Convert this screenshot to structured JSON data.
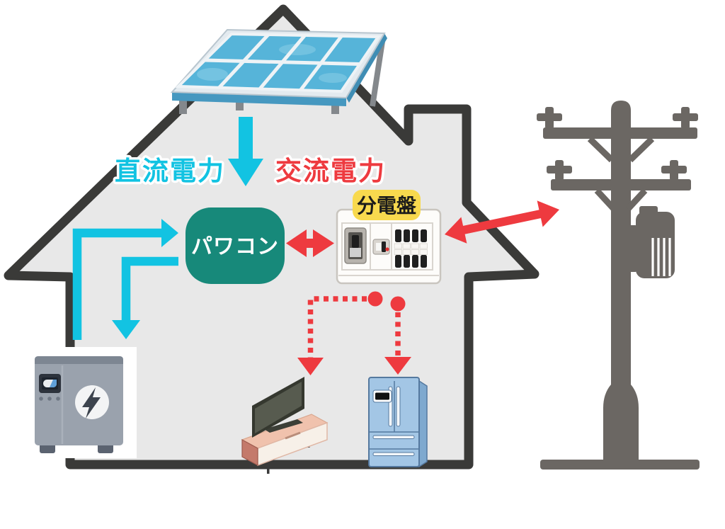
{
  "diagram": {
    "labels": {
      "dc_power": "直流電力",
      "ac_power": "交流電力",
      "power_conditioner": "パワコン",
      "distribution_board": "分電盤"
    },
    "colors": {
      "dc_arrow": "#12c3e2",
      "ac_arrow": "#ee3a3f",
      "power_conditioner_bg": "#17897a",
      "power_conditioner_text": "#ffffff",
      "distribution_label_bg": "#f8d94e",
      "distribution_label_text": "#1b1b1b",
      "house_fill": "#e8e8e8",
      "house_outline": "#3a3a38",
      "utility_pole": "#6b6763",
      "solar_cell": "#56b4d9",
      "battery_body": "#9aa2ad",
      "refrigerator": "#a3c6e5",
      "tv_cabinet": "#f0c2ad"
    },
    "icons": {
      "lightning_icon": "⚡",
      "battery_level_icon": "▮"
    },
    "components": [
      "house",
      "solar-panel",
      "power-conditioner",
      "distribution-board",
      "storage-battery",
      "television",
      "refrigerator",
      "utility-pole"
    ],
    "flows": [
      {
        "from": "solar-panel",
        "to": "power-conditioner",
        "type": "dc",
        "style": "solid"
      },
      {
        "from": "storage-battery",
        "to": "power-conditioner",
        "type": "dc",
        "style": "solid"
      },
      {
        "from": "power-conditioner",
        "to": "storage-battery",
        "type": "dc",
        "style": "solid"
      },
      {
        "from": "power-conditioner",
        "to": "distribution-board",
        "type": "ac",
        "bidirectional": true,
        "style": "solid"
      },
      {
        "from": "distribution-board",
        "to": "utility-pole",
        "type": "ac",
        "bidirectional": true,
        "style": "solid"
      },
      {
        "from": "distribution-board",
        "to": "television",
        "type": "ac",
        "style": "dotted"
      },
      {
        "from": "distribution-board",
        "to": "refrigerator",
        "type": "ac",
        "style": "dotted"
      }
    ]
  }
}
